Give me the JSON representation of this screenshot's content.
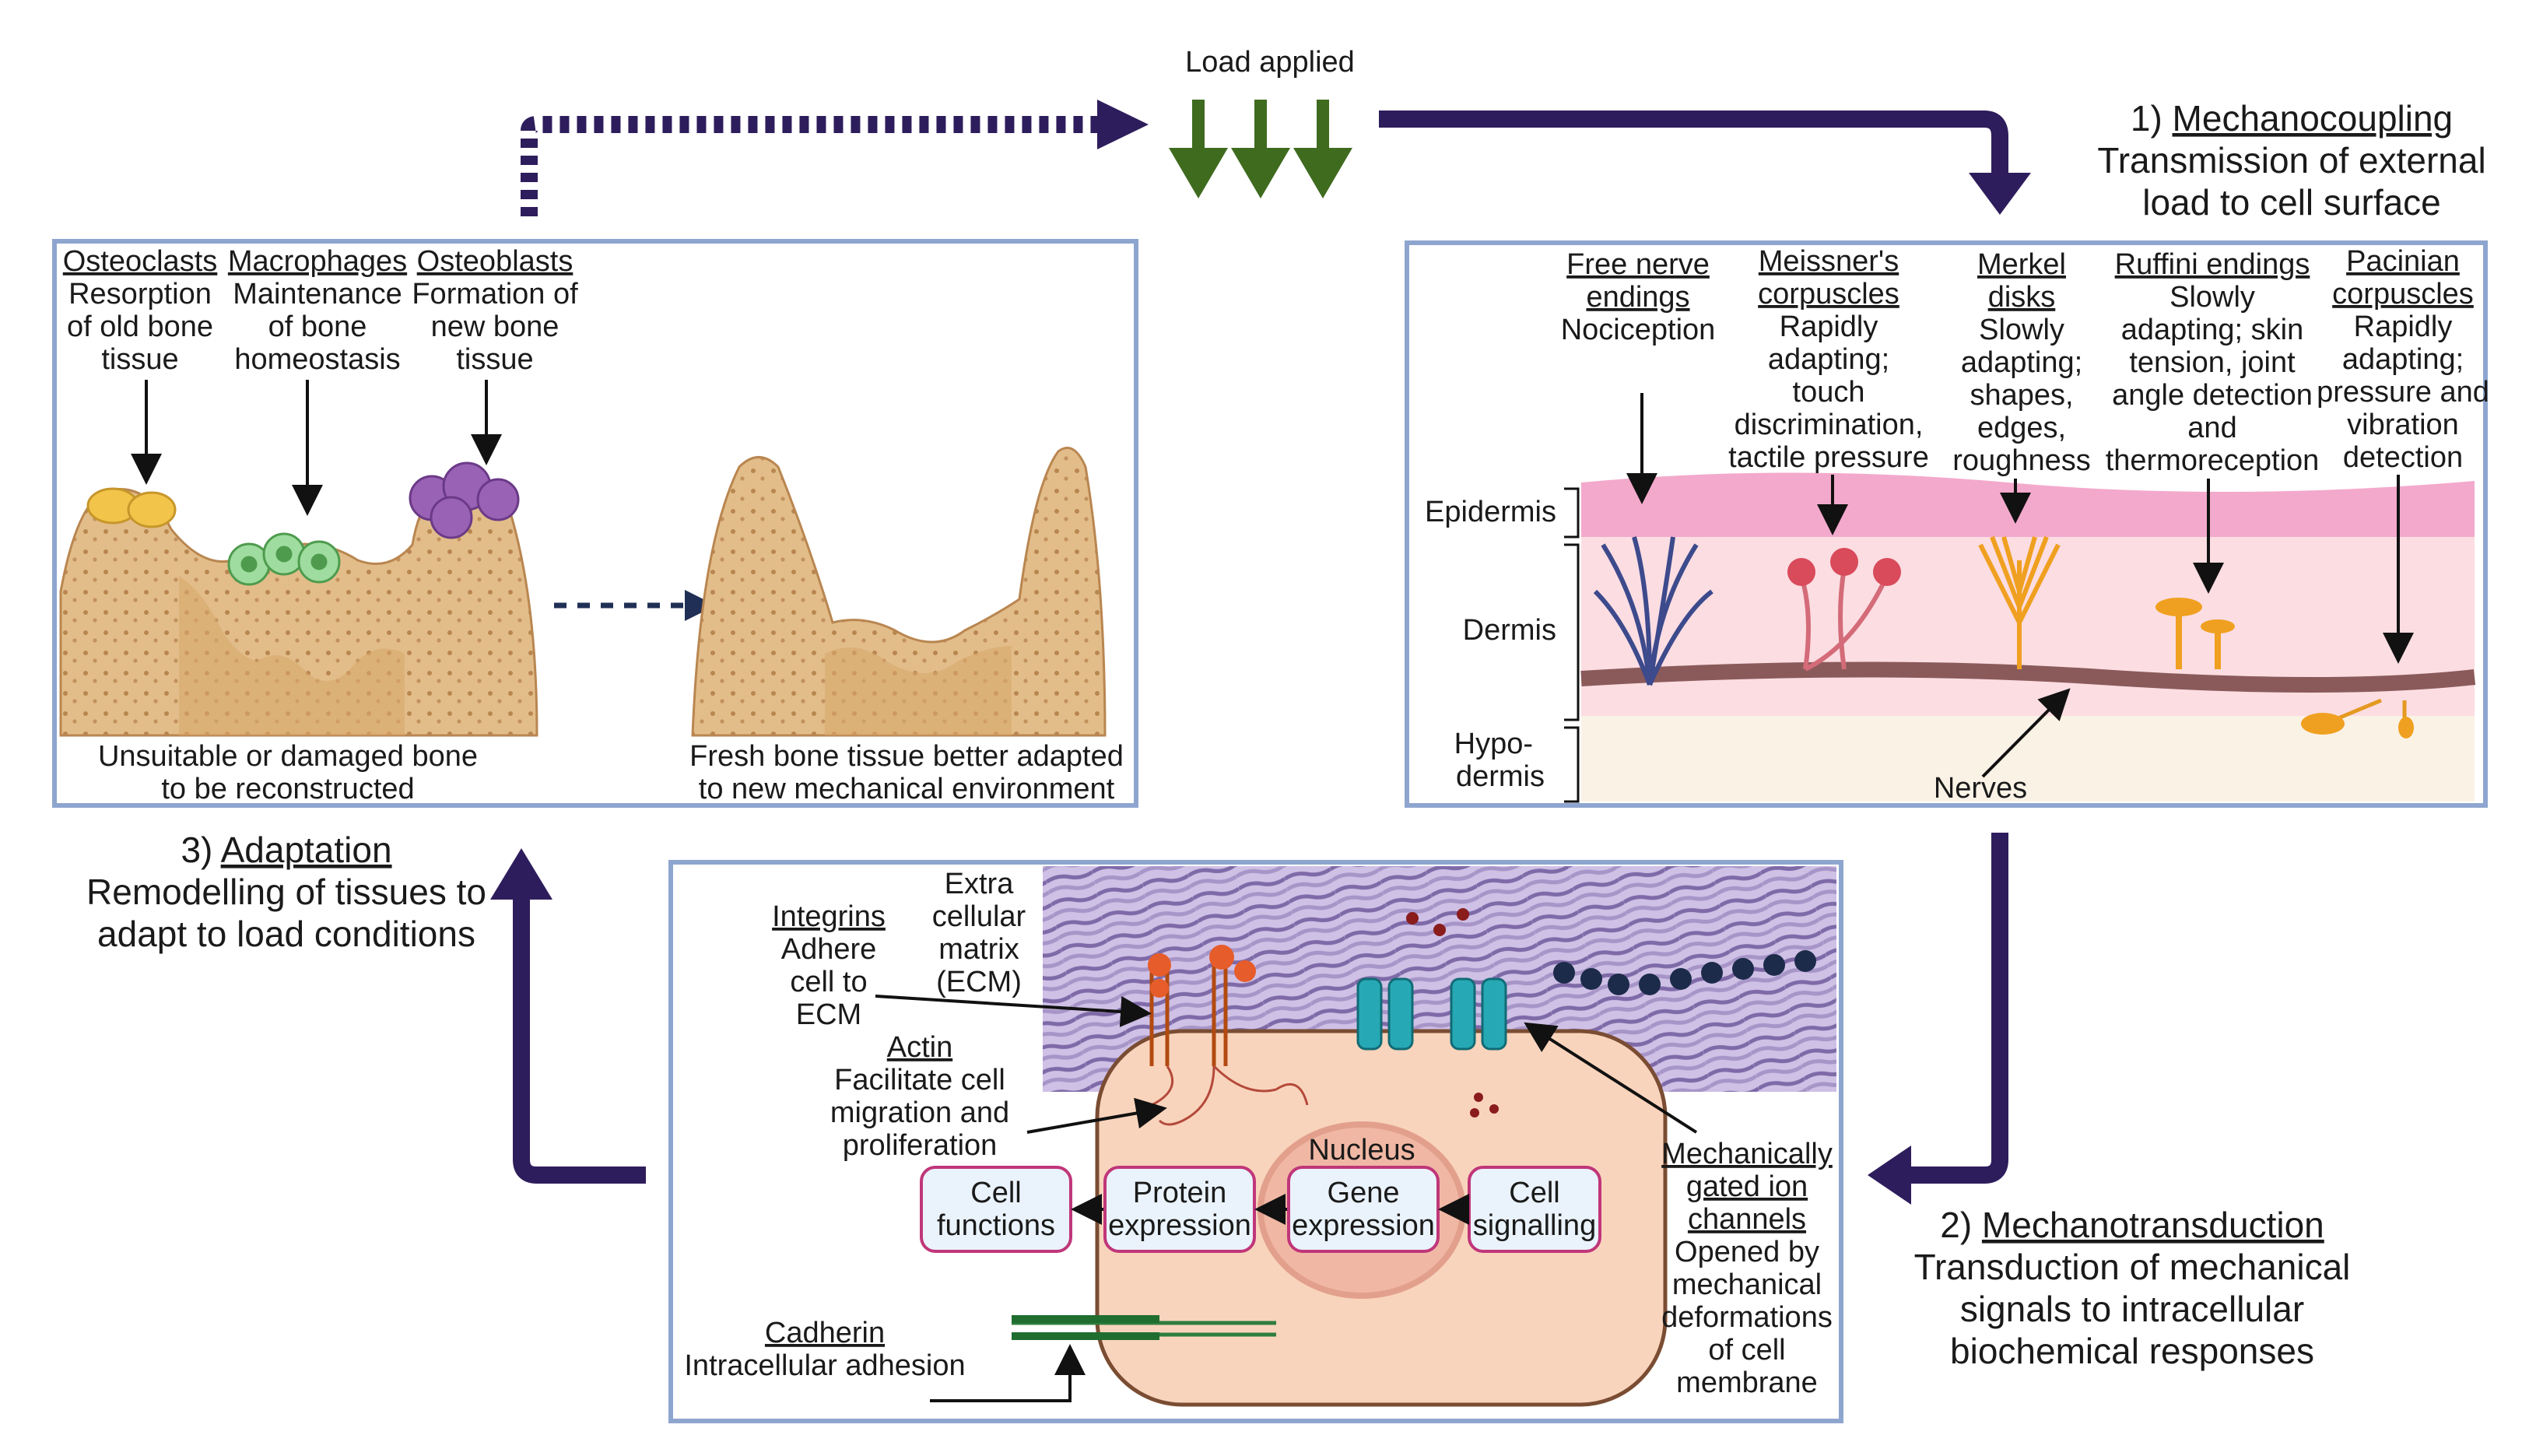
{
  "top": {
    "load_applied": "Load applied"
  },
  "stage1": {
    "number": "1)",
    "title": "Mechanocoupling",
    "line1": "Transmission of external",
    "line2": "load to cell surface"
  },
  "stage2": {
    "number": "2)",
    "title": "Mechanotransduction",
    "line1": "Transduction of mechanical",
    "line2": "signals to intracellular",
    "line3": "biochemical responses"
  },
  "stage3": {
    "number": "3)",
    "title": "Adaptation",
    "line1": "Remodelling of tissues to",
    "line2": "adapt to load conditions"
  },
  "bone": {
    "osteoclasts": {
      "title": "Osteoclasts",
      "lines": [
        "Resorption",
        "of old bone",
        "tissue"
      ]
    },
    "macrophages": {
      "title": "Macrophages",
      "lines": [
        "Maintenance",
        "of bone",
        "homeostasis"
      ]
    },
    "osteoblasts": {
      "title": "Osteoblasts",
      "lines": [
        "Formation of",
        "new bone",
        "tissue"
      ]
    },
    "damaged_caption": [
      "Unsuitable or damaged bone",
      "to be reconstructed"
    ],
    "fresh_caption": [
      "Fresh bone tissue better adapted",
      "to new mechanical environment"
    ]
  },
  "skin": {
    "free_nerve": {
      "title": [
        "Free nerve",
        "endings"
      ],
      "lines": [
        "Nociception"
      ]
    },
    "meissner": {
      "title": [
        "Meissner's",
        "corpuscles"
      ],
      "lines": [
        "Rapidly",
        "adapting;",
        "touch",
        "discrimination,",
        "tactile pressure"
      ]
    },
    "merkel": {
      "title": [
        "Merkel",
        "disks"
      ],
      "lines": [
        "Slowly",
        "adapting;",
        "shapes,",
        "edges,",
        "roughness"
      ]
    },
    "ruffini": {
      "title": [
        "Ruffini endings"
      ],
      "lines": [
        "Slowly",
        "adapting; skin",
        "tension, joint",
        "angle detection",
        "and",
        "thermoreception"
      ]
    },
    "pacinian": {
      "title": [
        "Pacinian",
        "corpuscles"
      ],
      "lines": [
        "Rapidly",
        "adapting;",
        "pressure and",
        "vibration",
        "detection"
      ]
    },
    "layers": {
      "epidermis": "Epidermis",
      "dermis": "Dermis",
      "hypo1": "Hypo-",
      "hypo2": "dermis"
    },
    "nerves": "Nerves"
  },
  "cell": {
    "ecm": [
      "Extra",
      "cellular",
      "matrix",
      "(ECM)"
    ],
    "integrins": {
      "title": "Integrins",
      "lines": [
        "Adhere",
        "cell to",
        "ECM"
      ]
    },
    "actin": {
      "title": "Actin",
      "lines": [
        "Facilitate cell",
        "migration and",
        "proliferation"
      ]
    },
    "nucleus": "Nucleus",
    "cell_functions": [
      "Cell",
      "functions"
    ],
    "protein_expression": [
      "Protein",
      "expression"
    ],
    "gene_expression": [
      "Gene",
      "expression"
    ],
    "cell_signalling": [
      "Cell",
      "signalling"
    ],
    "cadherin": {
      "title": "Cadherin",
      "lines": [
        "Intracellular adhesion"
      ]
    },
    "ion_channels": {
      "title": [
        "Mechanically",
        "gated ion",
        "channels"
      ],
      "lines": [
        "Opened by",
        "mechanical",
        "deformations",
        "of cell",
        "membrane"
      ]
    }
  },
  "colors": {
    "flow_arrow": "#2e1d5c",
    "load_arrow": "#3f6b1f",
    "panel_border": "#8ea6cf",
    "bone": "#e2bd8a",
    "cell": "#f9d4bc",
    "teal_channel": "#26a9b5",
    "box_border": "#c0367a"
  }
}
